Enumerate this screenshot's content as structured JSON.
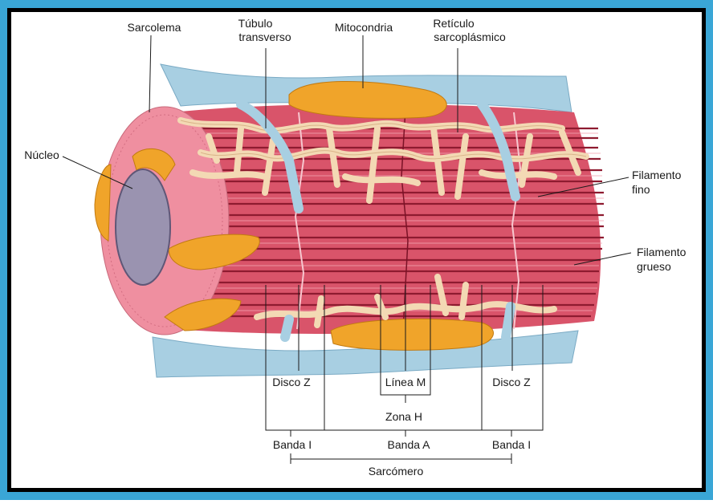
{
  "colors": {
    "frame_outer": "#3aa6d6",
    "frame_inner": "#000000",
    "background": "#ffffff",
    "membrane": "#a8cfe2",
    "muscle": "#d9546a",
    "muscle_dark": "#8e1b30",
    "mitochondria": "#f0a42a",
    "reticulum": "#f3d9b4",
    "nucleus": "#9a93b0",
    "cross_section": "#ef8fa0"
  },
  "labels": {
    "sarcolema": "Sarcolema",
    "tubulo_line1": "Túbulo",
    "tubulo_line2": "transverso",
    "mitocondria": "Mitocondria",
    "reticulo_line1": "Retículo",
    "reticulo_line2": "sarcoplásmico",
    "nucleo": "Núcleo",
    "filamento_fino_line1": "Filamento",
    "filamento_fino_line2": "fino",
    "filamento_grueso_line1": "Filamento",
    "filamento_grueso_line2": "grueso",
    "disco_z_left": "Disco Z",
    "linea_m": "Línea M",
    "disco_z_right": "Disco Z",
    "zona_h": "Zona H",
    "banda_i_left": "Banda I",
    "banda_a": "Banda A",
    "banda_i_right": "Banda I",
    "sarcomero": "Sarcómero"
  }
}
